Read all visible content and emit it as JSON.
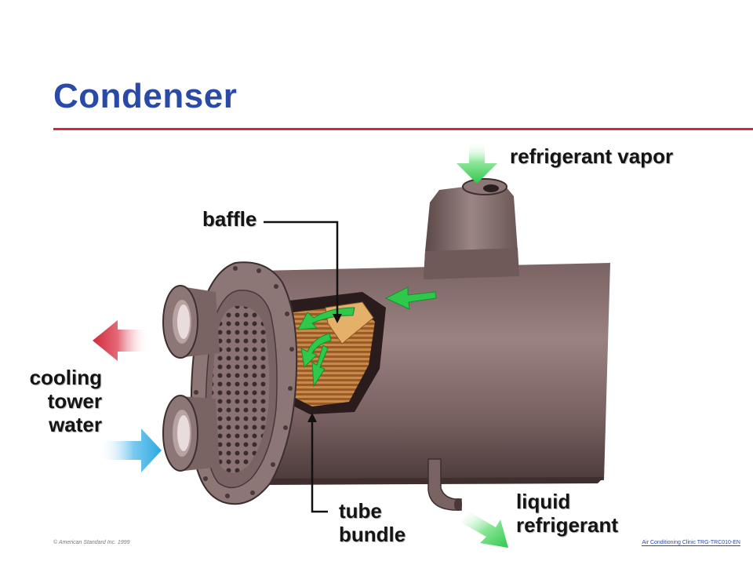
{
  "slide": {
    "title": "Condenser",
    "footer_left": "© American Standard Inc. 1999",
    "footer_right": "Air Conditioning Clinic TRG-TRC010-EN"
  },
  "labels": {
    "refrigerant_vapor": "refrigerant vapor",
    "baffle": "baffle",
    "cooling_tower_water": [
      "cooling",
      "tower",
      "water"
    ],
    "tube_bundle": [
      "tube",
      "bundle"
    ],
    "liquid_refrigerant": [
      "liquid",
      "refrigerant"
    ]
  },
  "colors": {
    "title": "#2a4aa8",
    "rule": "#d22a3a",
    "shell": "#8a6f6f",
    "flow_arrow": "#2ec84a",
    "hot_water_arrow": "#d02a3c",
    "cold_water_arrow": "#2aa8e0",
    "tube_bundle": "#b0703a"
  }
}
